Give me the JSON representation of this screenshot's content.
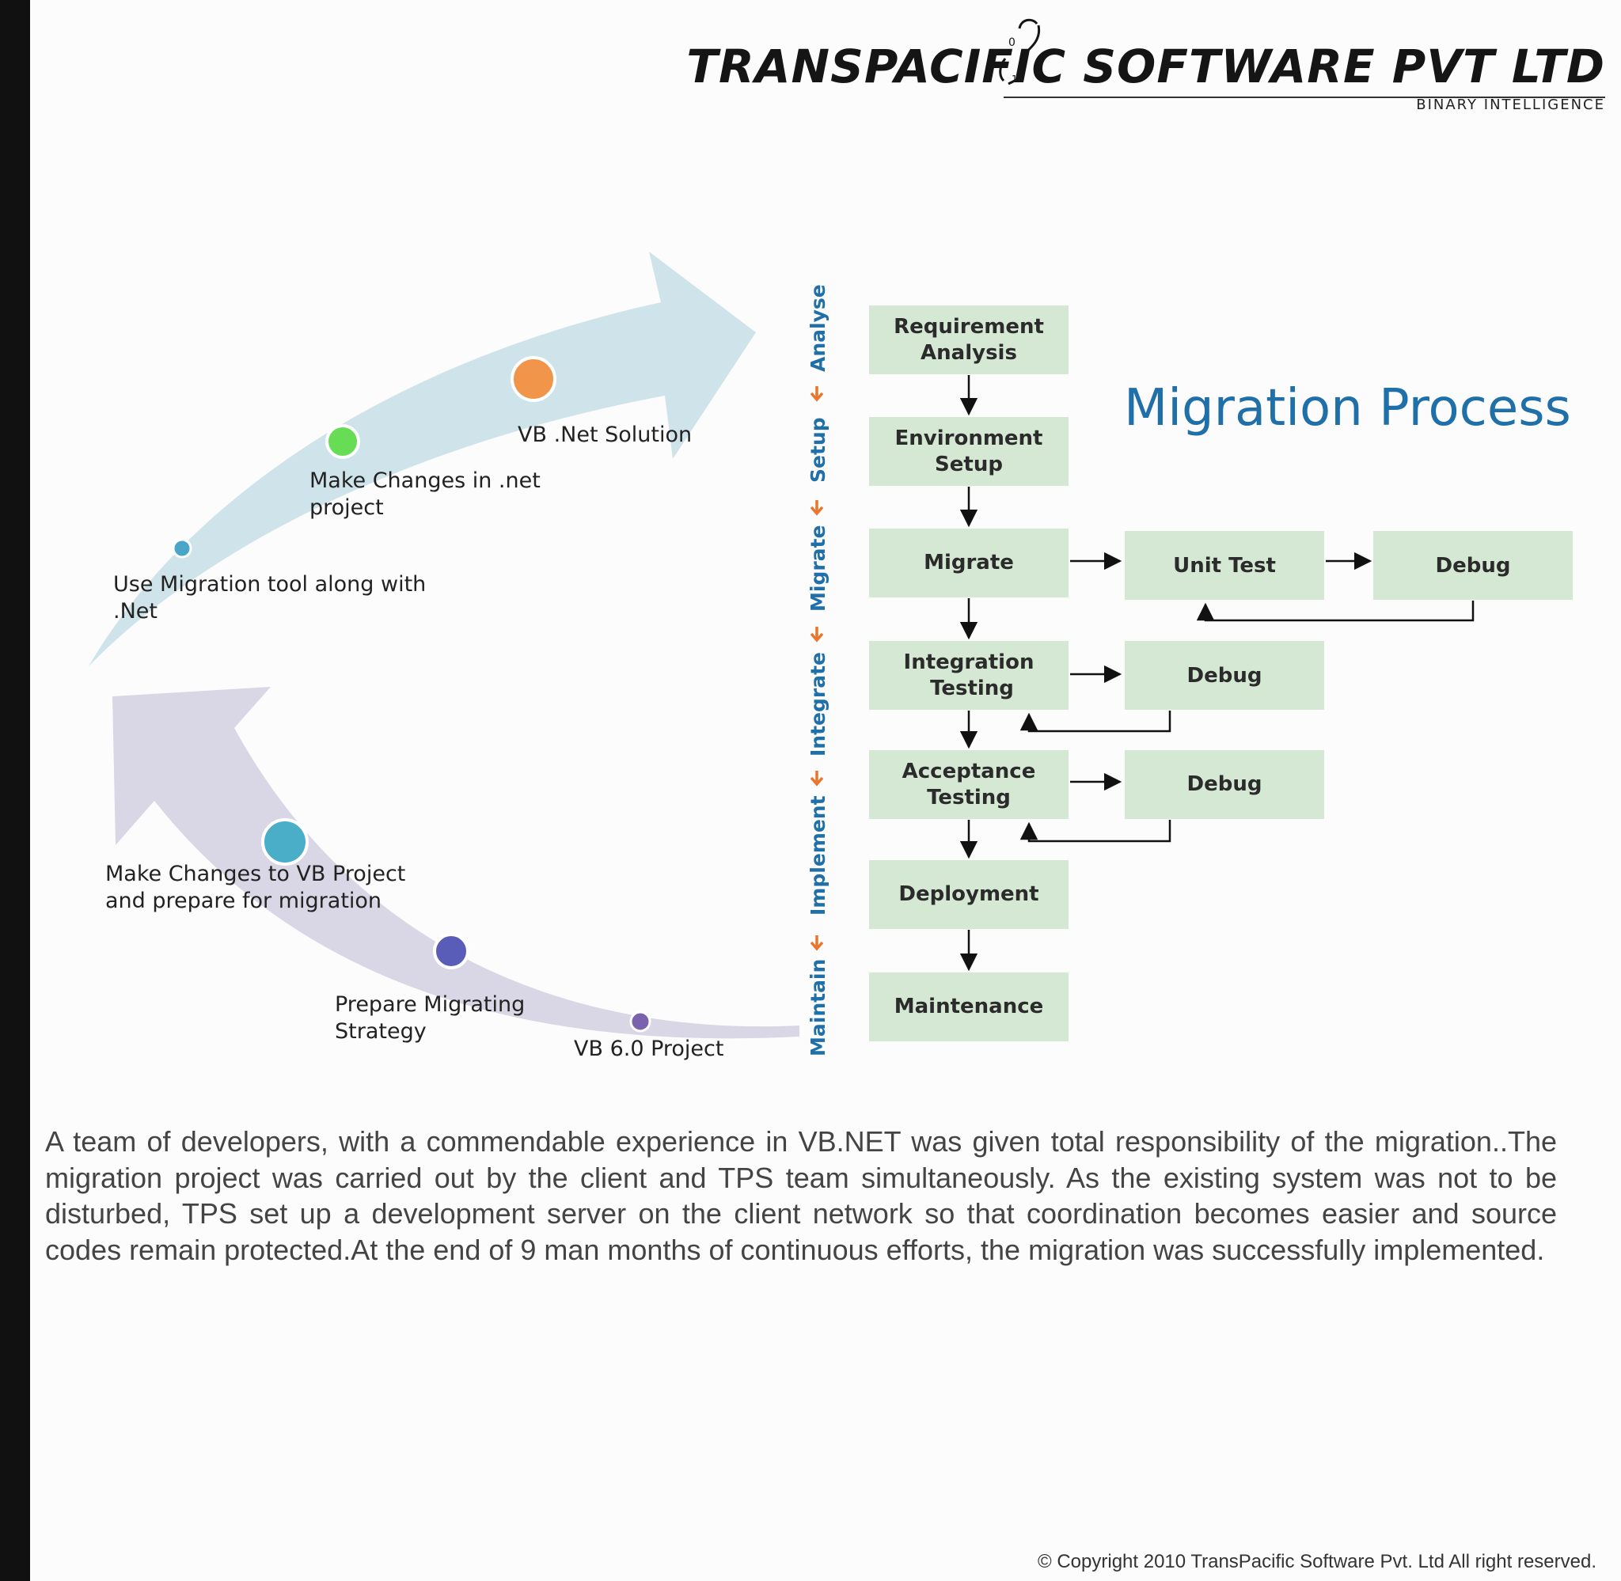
{
  "logo": {
    "name": "TRANSPACIFIC SOFTWARE PVT LTD",
    "tagline": "BINARY INTELLIGENCE"
  },
  "diagram": {
    "title": "Migration Process",
    "colors": {
      "box_fill": "#d5e8d4",
      "phase_text": "#1f6fa8",
      "phase_arrow": "#e8772e",
      "upper_arrow": "#cfe3ea",
      "lower_arrow": "#d9d6e6"
    },
    "upper_arc": [
      {
        "label": "VB .Net Solution",
        "dot_color": "#f0954a"
      },
      {
        "label": "Make Changes in .net project",
        "dot_color": "#66dd55"
      },
      {
        "label": "Use Migration tool along with .Net",
        "dot_color": "#4aa6c9"
      }
    ],
    "lower_arc": [
      {
        "label": "Make Changes to VB Project and prepare for migration",
        "dot_color": "#4aaec8"
      },
      {
        "label": "Prepare Migrating Strategy",
        "dot_color": "#5a5db8"
      },
      {
        "label": "VB 6.0 Project",
        "dot_color": "#7a62ae"
      }
    ],
    "phases": [
      "Analyse",
      "Setup",
      "Migrate",
      "Integrate",
      "Implement",
      "Maintain"
    ],
    "steps": [
      "Requirement Analysis",
      "Environment Setup",
      "Migrate",
      "Integration Testing",
      "Acceptance Testing",
      "Deployment",
      "Maintenance"
    ],
    "side_boxes": [
      "Unit Test",
      "Debug",
      "Debug",
      "Debug"
    ]
  },
  "body_text": "A team of developers, with a commendable experience in VB.NET was given total responsibility of the migration..The migration project was carried out by the client and TPS team simultaneously. As the existing system was not to be disturbed, TPS set up a development server on the client network so that coordination becomes easier and source codes remain protected.At the end of 9 man months of continuous efforts, the migration was successfully implemented.",
  "copyright": "© Copyright 2010 TransPacific Software Pvt. Ltd All right reserved."
}
